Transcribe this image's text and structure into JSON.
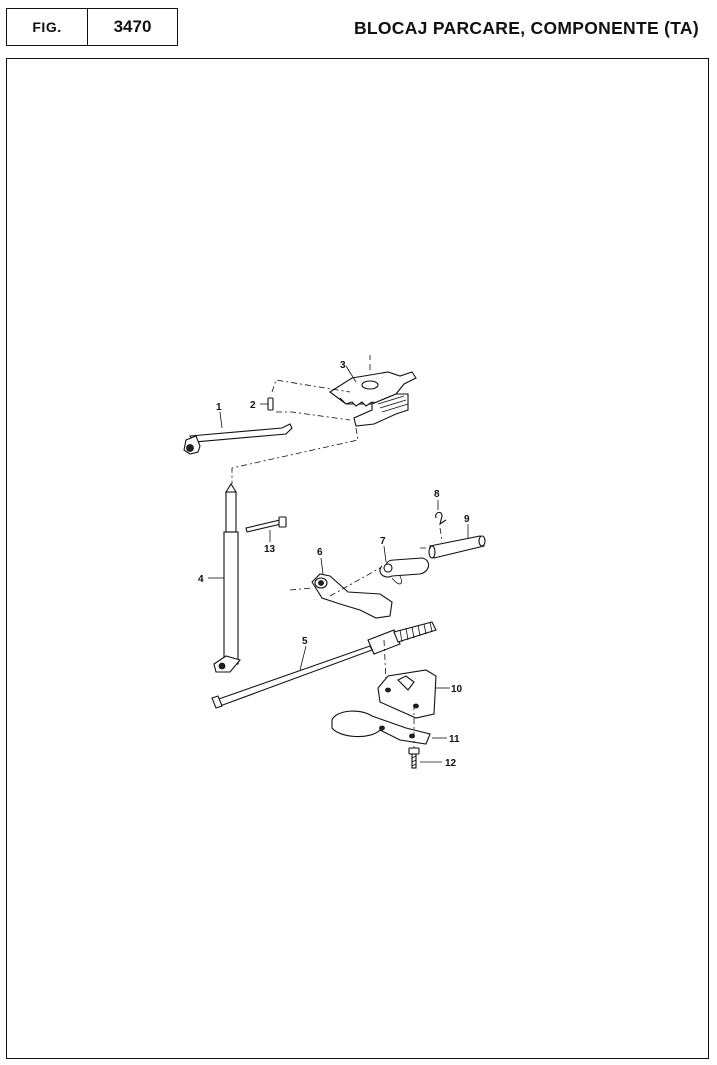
{
  "header": {
    "fig_label": "FIG.",
    "fig_number": "3470",
    "title": "BLOCAJ PARCARE, COMPONENTE (TA)"
  },
  "diagram": {
    "callouts": [
      {
        "id": "1",
        "label": "1"
      },
      {
        "id": "2",
        "label": "2"
      },
      {
        "id": "3",
        "label": "3"
      },
      {
        "id": "4",
        "label": "4"
      },
      {
        "id": "5",
        "label": "5"
      },
      {
        "id": "6",
        "label": "6"
      },
      {
        "id": "7",
        "label": "7"
      },
      {
        "id": "8",
        "label": "8"
      },
      {
        "id": "9",
        "label": "9"
      },
      {
        "id": "10",
        "label": "10"
      },
      {
        "id": "11",
        "label": "11"
      },
      {
        "id": "12",
        "label": "12"
      },
      {
        "id": "13",
        "label": "13"
      }
    ]
  }
}
